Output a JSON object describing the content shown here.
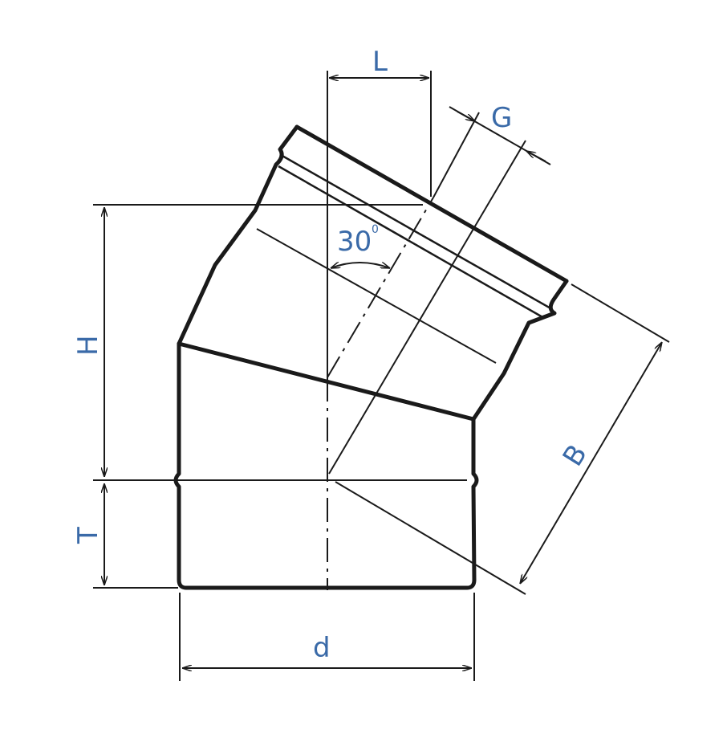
{
  "colors": {
    "outline": "#1a1a1a",
    "label": "#3a6aa8"
  },
  "labels": {
    "L": "L",
    "G": "G",
    "H": "H",
    "T": "T",
    "B": "B",
    "d": "d",
    "angle_value": "30",
    "angle_unit": "0"
  }
}
